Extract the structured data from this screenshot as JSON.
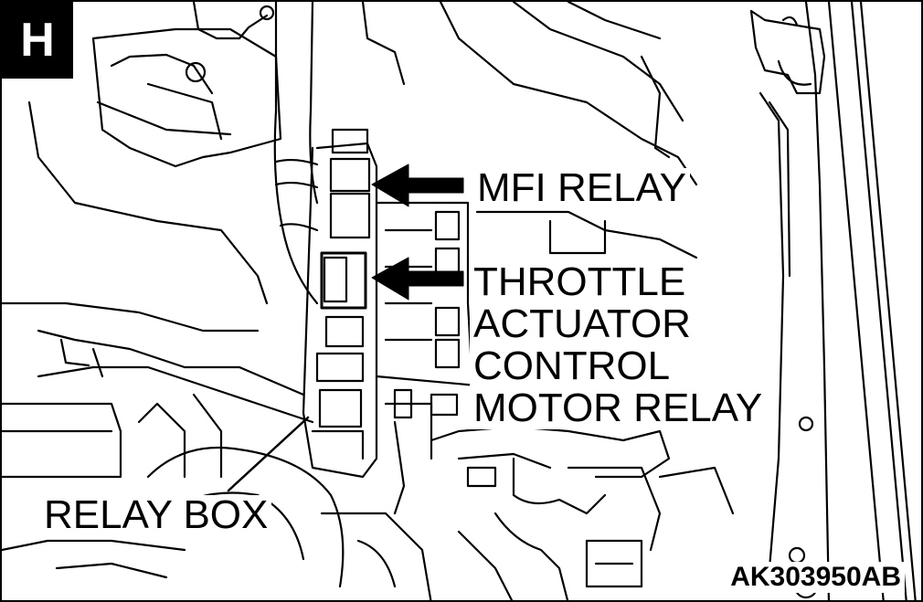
{
  "section_letter": "H",
  "labels": {
    "mfi_relay": "MFI RELAY",
    "throttle_relay_lines": [
      "THROTTLE",
      "ACTUATOR",
      "CONTROL",
      "MOTOR RELAY"
    ],
    "relay_box": "RELAY BOX"
  },
  "figure_id": "AK303950AB",
  "colors": {
    "line": "#000000",
    "background": "#ffffff"
  }
}
